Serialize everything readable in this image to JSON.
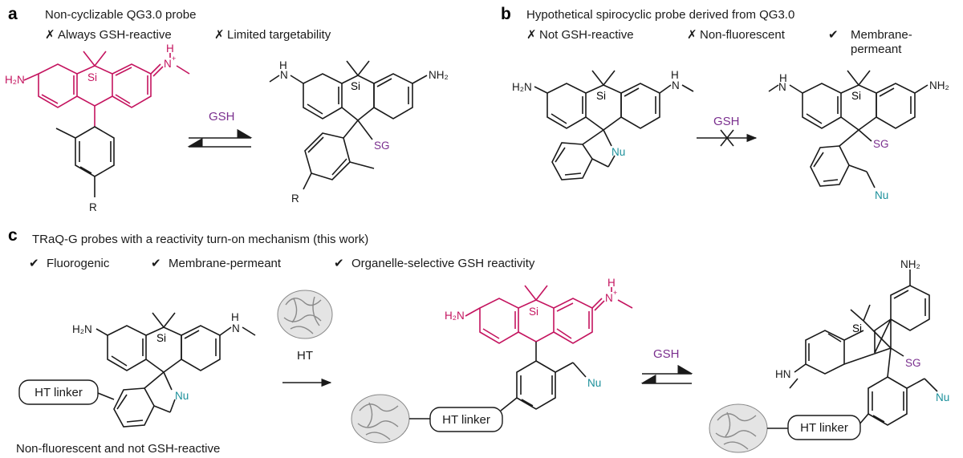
{
  "panel_a": {
    "letter": "a",
    "title": "Non-cyclizable QG3.0 probe",
    "properties": [
      {
        "mark": "✗",
        "text": "Always GSH-reactive"
      },
      {
        "mark": "✗",
        "text": "Limited targetability"
      }
    ],
    "reagent": "GSH"
  },
  "panel_b": {
    "letter": "b",
    "title": "Hypothetical spirocyclic probe derived from QG3.0",
    "properties": [
      {
        "mark": "✗",
        "text": "Not GSH-reactive"
      },
      {
        "mark": "✗",
        "text": "Non-fluorescent"
      },
      {
        "mark": "✔",
        "text": "Membrane-",
        "text2": "permeant"
      }
    ],
    "reagent": "GSH"
  },
  "panel_c": {
    "letter": "c",
    "title": "TRaQ-G probes with a reactivity turn-on mechanism (this work)",
    "properties": [
      {
        "mark": "✔",
        "text": "Fluorogenic"
      },
      {
        "mark": "✔",
        "text": "Membrane-permeant"
      },
      {
        "mark": "✔",
        "text": "Organelle-selective GSH reactivity"
      }
    ],
    "reagent_ht": "HT",
    "reagent_gsh": "GSH",
    "linker_label": "HT linker",
    "caption": "Non-fluorescent and not GSH-reactive"
  },
  "atoms": {
    "si": "Si",
    "nh2_left": "H₂N",
    "nh2_right": "NH₂",
    "iminium_n": "N",
    "iminium_charge": "+",
    "iminium_h": "H",
    "amine_hn": "HN",
    "amine_nh": "N",
    "amine_h": "H",
    "sg": "SG",
    "nu": "Nu",
    "r": "R"
  },
  "colors": {
    "fluorophore": "#c4145f",
    "reagent": "#7a2f8e",
    "nucleophile": "#1a8f9a",
    "bond": "#1a1a1a"
  }
}
